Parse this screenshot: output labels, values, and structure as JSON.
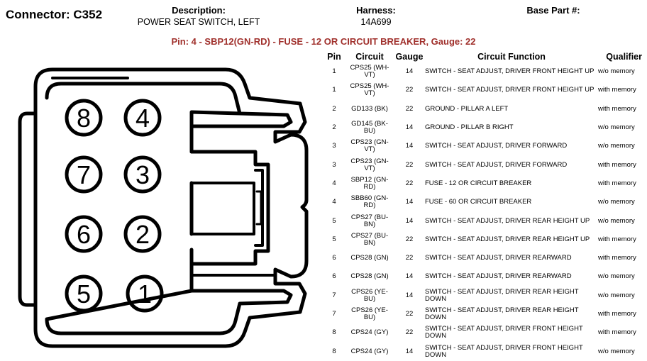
{
  "connector": "Connector: C352",
  "description": {
    "label": "Description:",
    "value": "POWER SEAT SWITCH, LEFT"
  },
  "harness": {
    "label": "Harness:",
    "value": "14A699"
  },
  "base_part": {
    "label": "Base Part #:",
    "value": ""
  },
  "pin_banner": "Pin: 4 - SBP12(GN-RD) - FUSE - 12 OR CIRCUIT BREAKER, Gauge: 22",
  "pin_labels": [
    "8",
    "4",
    "7",
    "3",
    "6",
    "2",
    "5",
    "1"
  ],
  "table": {
    "headers": [
      "Pin",
      "Circuit",
      "Gauge",
      "Circuit Function",
      "Qualifier"
    ],
    "rows": [
      [
        "1",
        "CPS25 (WH-VT)",
        "14",
        "SWITCH - SEAT ADJUST, DRIVER FRONT HEIGHT UP",
        "w/o memory"
      ],
      [
        "1",
        "CPS25 (WH-VT)",
        "22",
        "SWITCH - SEAT ADJUST, DRIVER FRONT HEIGHT UP",
        "with memory"
      ],
      [
        "2",
        "GD133 (BK)",
        "22",
        "GROUND - PILLAR A LEFT",
        "with memory"
      ],
      [
        "2",
        "GD145 (BK-BU)",
        "14",
        "GROUND - PILLAR B RIGHT",
        "w/o memory"
      ],
      [
        "3",
        "CPS23 (GN-VT)",
        "14",
        "SWITCH - SEAT ADJUST, DRIVER FORWARD",
        "w/o memory"
      ],
      [
        "3",
        "CPS23 (GN-VT)",
        "22",
        "SWITCH - SEAT ADJUST, DRIVER FORWARD",
        "with memory"
      ],
      [
        "4",
        "SBP12 (GN-RD)",
        "22",
        "FUSE - 12 OR CIRCUIT BREAKER",
        "with memory"
      ],
      [
        "4",
        "SBB60 (GN-RD)",
        "14",
        "FUSE - 60 OR CIRCUIT BREAKER",
        "w/o memory"
      ],
      [
        "5",
        "CPS27 (BU-BN)",
        "14",
        "SWITCH - SEAT ADJUST, DRIVER REAR HEIGHT UP",
        "w/o memory"
      ],
      [
        "5",
        "CPS27 (BU-BN)",
        "22",
        "SWITCH - SEAT ADJUST, DRIVER REAR HEIGHT UP",
        "with memory"
      ],
      [
        "6",
        "CPS28 (GN)",
        "22",
        "SWITCH - SEAT ADJUST, DRIVER REARWARD",
        "with memory"
      ],
      [
        "6",
        "CPS28 (GN)",
        "14",
        "SWITCH - SEAT ADJUST, DRIVER REARWARD",
        "w/o memory"
      ],
      [
        "7",
        "CPS26 (YE-BU)",
        "14",
        "SWITCH - SEAT ADJUST, DRIVER REAR HEIGHT DOWN",
        "w/o memory"
      ],
      [
        "7",
        "CPS26 (YE-BU)",
        "22",
        "SWITCH - SEAT ADJUST, DRIVER REAR HEIGHT DOWN",
        "with memory"
      ],
      [
        "8",
        "CPS24 (GY)",
        "22",
        "SWITCH - SEAT ADJUST, DRIVER FRONT HEIGHT DOWN",
        "with memory"
      ],
      [
        "8",
        "CPS24 (GY)",
        "14",
        "SWITCH - SEAT ADJUST, DRIVER FRONT HEIGHT DOWN",
        "w/o memory"
      ]
    ]
  }
}
